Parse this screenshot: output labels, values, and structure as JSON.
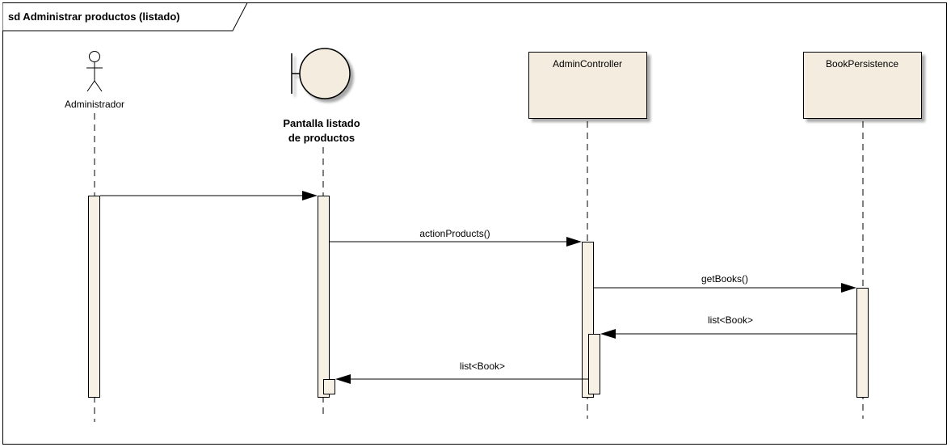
{
  "frame": {
    "title": "sd Administrar productos (listado)"
  },
  "colors": {
    "frame_border": "#000000",
    "participant_fill": "#f3ecdf",
    "activation_fill": "#f7f0e4",
    "line": "#000000",
    "shadow": "#a0a0a0"
  },
  "participants": {
    "actor": {
      "label": "Administrador",
      "icon": "stick-figure-actor-icon"
    },
    "boundary": {
      "label_line1": "Pantalla listado",
      "label_line2": "de productos",
      "icon": "boundary-icon"
    },
    "admin_controller": {
      "label": "AdminController"
    },
    "book_persistence": {
      "label": "BookPersistence"
    }
  },
  "messages": [
    {
      "label": ""
    },
    {
      "label": "actionProducts()"
    },
    {
      "label": "getBooks()"
    },
    {
      "label": "list<Book>"
    },
    {
      "label": "list<Book>"
    }
  ]
}
